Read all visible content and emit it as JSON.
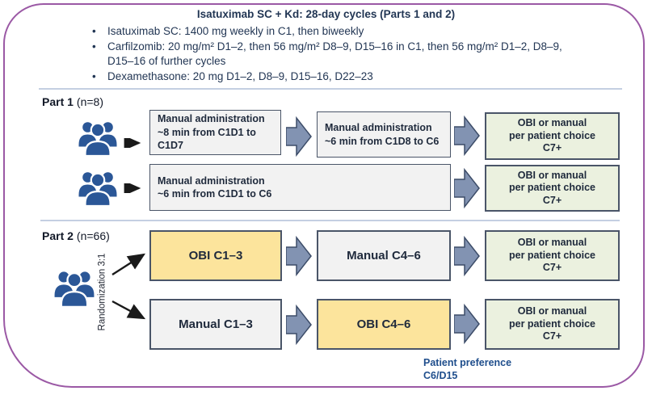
{
  "colors": {
    "frame-border": "#9B59A5",
    "header-text": "#223654",
    "divider": "#C4CFE2",
    "box-border": "#4A5568",
    "box-gray": "#F2F2F2",
    "box-yellow": "#FCE49C",
    "box-green": "#EBF1DF",
    "box-text": "#1F2A3C",
    "arrow-fill": "#8293B2",
    "arrow-border": "#3C4C68",
    "people-blue": "#2B5797",
    "footnote-blue": "#1F4E8C"
  },
  "header": {
    "title": "Isatuximab SC + Kd: 28-day cycles (Parts 1 and 2)",
    "bullet1": "Isatuximab SC: 1400 mg weekly in C1, then biweekly",
    "bullet2_line1": "Carfilzomib: 20 mg/m² D1–2, then 56 mg/m² D8–9, D15–16 in C1, then 56 mg/m² D1–2, D8–9,",
    "bullet2_line2": "D15–16 of further cycles",
    "bullet3": "Dexamethasone: 20 mg D1–2, D8–9, D15–16, D22–23"
  },
  "part1": {
    "label_bold": "Part 1",
    "label_rest": "(n=8)",
    "row1_box1_line1": "Manual administration",
    "row1_box1_line2": "~8 min from C1D1 to C1D7",
    "row1_box2_line1": "Manual administration",
    "row1_box2_line2": "~6 min from C1D8 to C6",
    "row2_box1_line1": "Manual administration",
    "row2_box1_line2": "~6 min from C1D1 to C6"
  },
  "part2": {
    "label_bold": "Part 2",
    "label_rest": "(n=66)",
    "randomization_label": "Randomization 3:1",
    "row1_box1": "OBI C1–3",
    "row1_box2": "Manual C4–6",
    "row2_box1": "Manual C1–3",
    "row2_box2": "OBI C4–6"
  },
  "choice_box": {
    "line1": "OBI or manual",
    "line2": "per patient choice",
    "line3": "C7+"
  },
  "footnote": {
    "line1": "Patient preference",
    "line2": "C6/D15"
  }
}
